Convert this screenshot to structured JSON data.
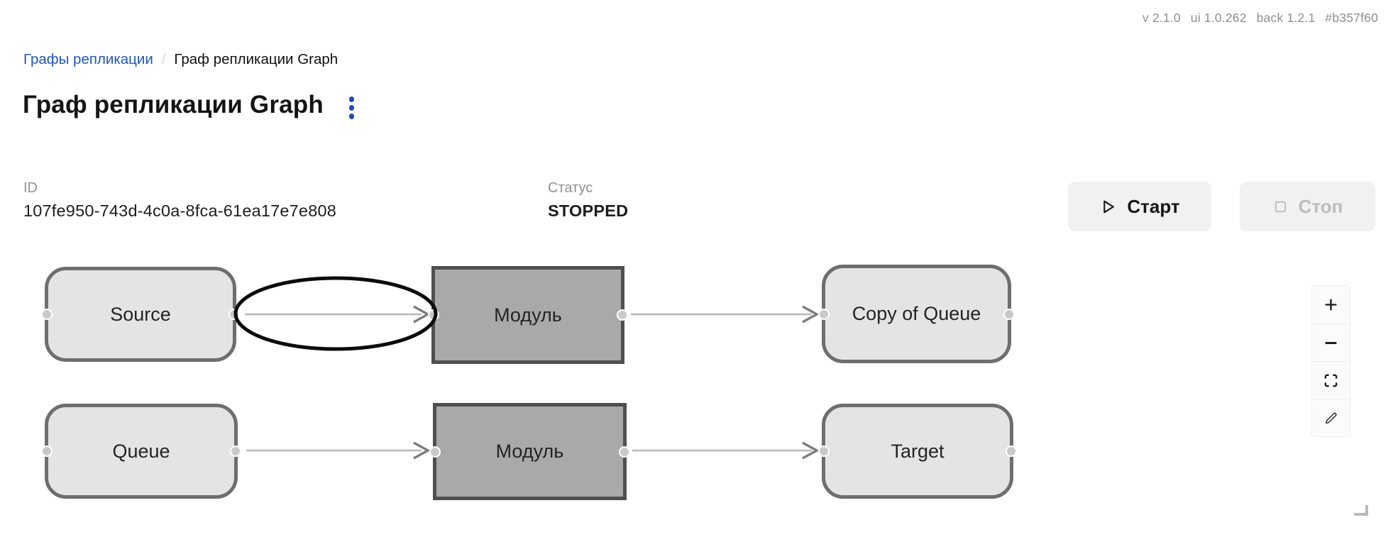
{
  "meta": {
    "app_version": "v 2.1.0",
    "ui_version": "ui 1.0.262",
    "back_version": "back 1.2.1",
    "build_hash": "#b357f60"
  },
  "breadcrumb": {
    "parent": "Графы репликации",
    "separator": "/",
    "current": "Граф репликации Graph"
  },
  "header": {
    "title": "Граф репликации Graph"
  },
  "info": {
    "id_label": "ID",
    "id_value": "107fe950-743d-4c0a-8fca-61ea17e7e808",
    "status_label": "Статус",
    "status_value": "STOPPED"
  },
  "actions": {
    "start_label": "Старт",
    "start_icon": "play-outline-icon",
    "start_enabled": true,
    "stop_label": "Стоп",
    "stop_icon": "stop-square-icon",
    "stop_enabled": false
  },
  "graph": {
    "nodes": [
      {
        "label": "Source",
        "shape": "rounded",
        "fill": "#e4e4e4"
      },
      {
        "label": "Модуль",
        "shape": "rect",
        "fill": "#a9a9a9"
      },
      {
        "label": "Copy of Queue",
        "shape": "rounded",
        "fill": "#e4e4e4"
      },
      {
        "label": "Queue",
        "shape": "rounded",
        "fill": "#e4e4e4"
      },
      {
        "label": "Модуль",
        "shape": "rect",
        "fill": "#a9a9a9"
      },
      {
        "label": "Target",
        "shape": "rounded",
        "fill": "#e4e4e4"
      }
    ],
    "edges": [
      {
        "from": "Source",
        "to": "Модуль (top)"
      },
      {
        "from": "Модуль (top)",
        "to": "Copy of Queue"
      },
      {
        "from": "Queue",
        "to": "Модуль (bottom)"
      },
      {
        "from": "Модуль (bottom)",
        "to": "Target"
      }
    ],
    "annotation": {
      "type": "ellipse",
      "color": "#0b0b0b",
      "around": "edge Source → Модуль (top)"
    }
  },
  "toolbar": {
    "zoom_in_icon": "plus-icon",
    "zoom_out_icon": "minus-icon",
    "fit_icon": "fit-screen-icon",
    "edit_icon": "pencil-icon"
  },
  "colors": {
    "link_blue": "#2056b8",
    "menu_blue": "#1e4dad",
    "node_light": "#e4e4e4",
    "node_dark": "#a9a9a9",
    "node_border_light": "#6e6e6e",
    "node_border_dark": "#4f4f4f",
    "edge_gray": "#b8b8b8",
    "annotation_black": "#0b0b0b",
    "button_bg": "#f1f1f1",
    "disabled_text": "#bdbdbd"
  }
}
